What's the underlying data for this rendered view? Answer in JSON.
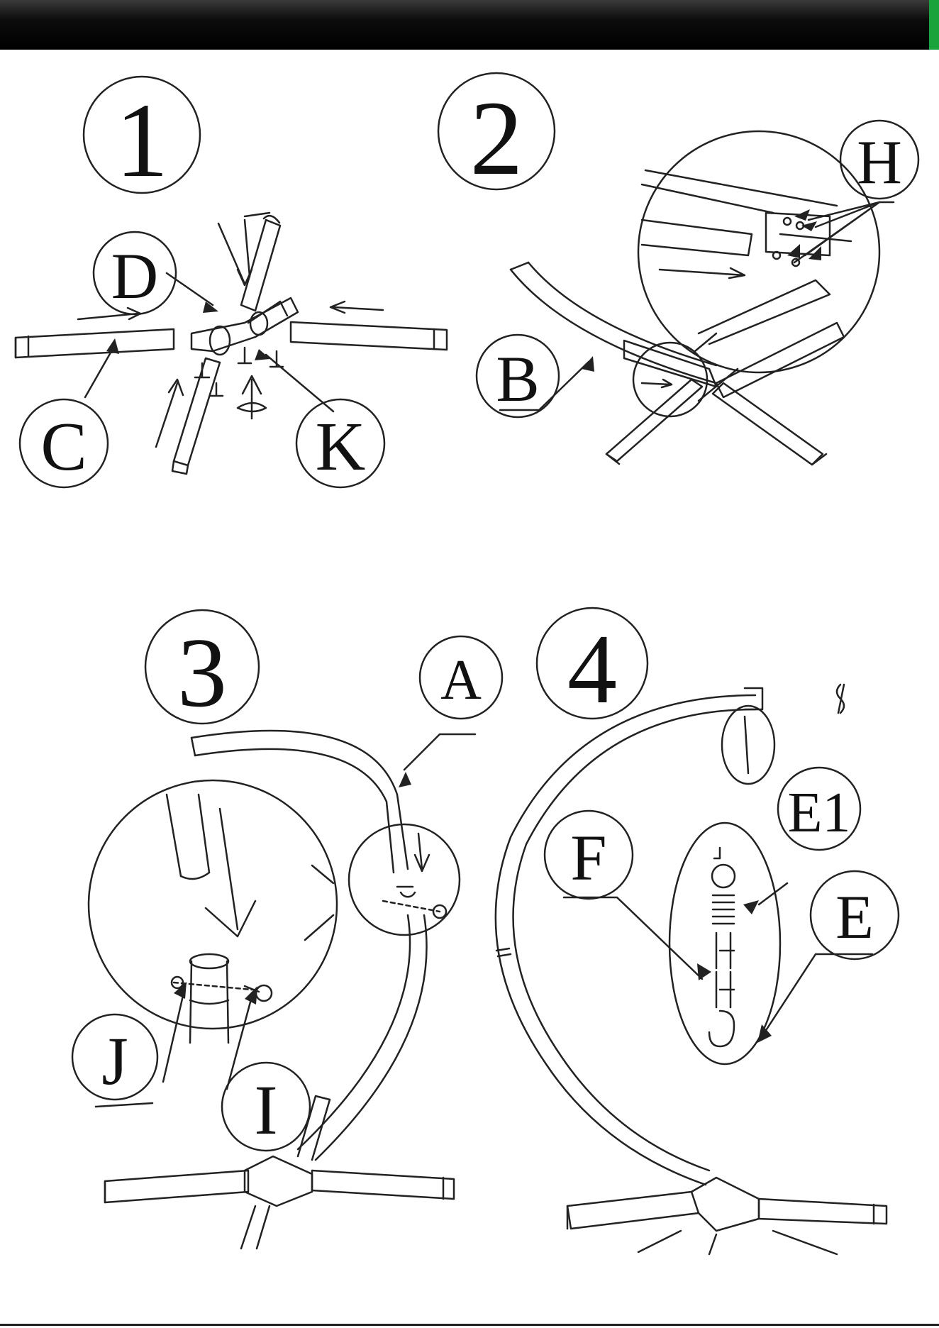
{
  "steps": [
    {
      "number": "1",
      "labels": {
        "d": "D",
        "c": "C",
        "k": "K"
      }
    },
    {
      "number": "2",
      "labels": {
        "h": "H",
        "b": "B"
      }
    },
    {
      "number": "3",
      "labels": {
        "a": "A",
        "j": "J",
        "i": "I"
      }
    },
    {
      "number": "4",
      "labels": {
        "f": "F",
        "e1": "E1",
        "e": "E"
      }
    }
  ],
  "colors": {
    "line": "#222222",
    "header": "#000000",
    "accent": "#1aa33a"
  }
}
